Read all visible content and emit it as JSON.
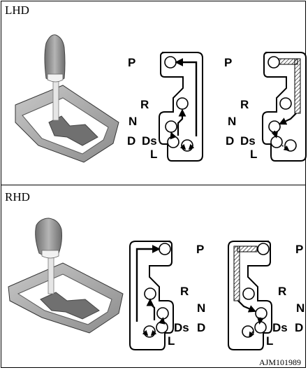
{
  "sections": {
    "lhd": {
      "label": "LHD"
    },
    "rhd": {
      "label": "RHD"
    }
  },
  "gears": {
    "p": "P",
    "r": "R",
    "n": "N",
    "d": "D",
    "ds": "Ds",
    "l": "L"
  },
  "figure_code": "AJM101989",
  "colors": {
    "line": "#000000",
    "knob": "#8a8a8a",
    "plate": "#a8a8a8",
    "background": "#ffffff"
  }
}
